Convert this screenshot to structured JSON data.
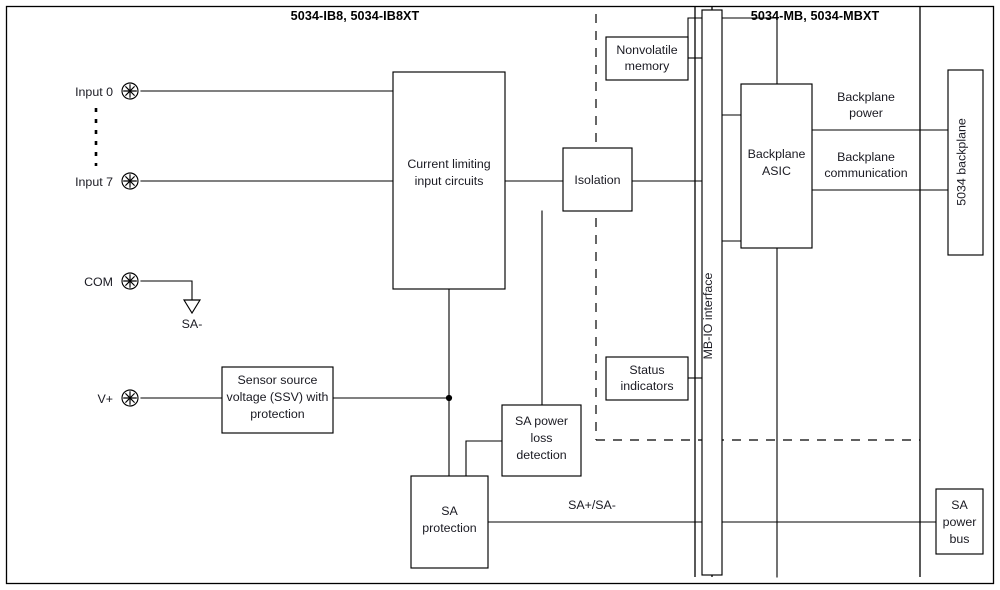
{
  "diagram": {
    "title_left": "5034-IB8, 5034-IB8XT",
    "title_right": "5034-MB, 5034-MBXT",
    "colors": {
      "line": "#000000",
      "text": "#1a1a22",
      "background": "#ffffff"
    }
  },
  "terminals": [
    {
      "label": "Input 0",
      "icon": "screw-terminal-icon"
    },
    {
      "label": "Input 7",
      "icon": "screw-terminal-icon"
    },
    {
      "label": "COM",
      "icon": "screw-terminal-icon"
    },
    {
      "label": "V+",
      "icon": "screw-terminal-icon"
    }
  ],
  "blocks": {
    "current_limiting": {
      "line1": "Current limiting",
      "line2": "input circuits"
    },
    "ssv": {
      "line1": "Sensor source",
      "line2": "voltage (SSV) with",
      "line3": "protection"
    },
    "isolation": {
      "line1": "Isolation"
    },
    "nonvolatile_memory": {
      "line1": "Nonvolatile",
      "line2": "memory"
    },
    "status_indicators": {
      "line1": "Status",
      "line2": "indicators"
    },
    "sa_power_loss": {
      "line1": "SA power",
      "line2": "loss",
      "line3": "detection"
    },
    "sa_protection": {
      "line1": "SA",
      "line2": "protection"
    },
    "mb_io_interface": {
      "label": "MB-IO interface"
    },
    "backplane_asic": {
      "line1": "Backplane",
      "line2": "ASIC"
    },
    "backplane": {
      "label": "5034 backplane"
    },
    "sa_power_bus": {
      "line1": "SA",
      "line2": "power",
      "line3": "bus"
    }
  },
  "labels": {
    "sa_minus": "SA-",
    "sa_pair": "SA+/SA-",
    "backplane_power_l1": "Backplane",
    "backplane_power_l2": "power",
    "backplane_comm_l1": "Backplane",
    "backplane_comm_l2": "communication"
  }
}
